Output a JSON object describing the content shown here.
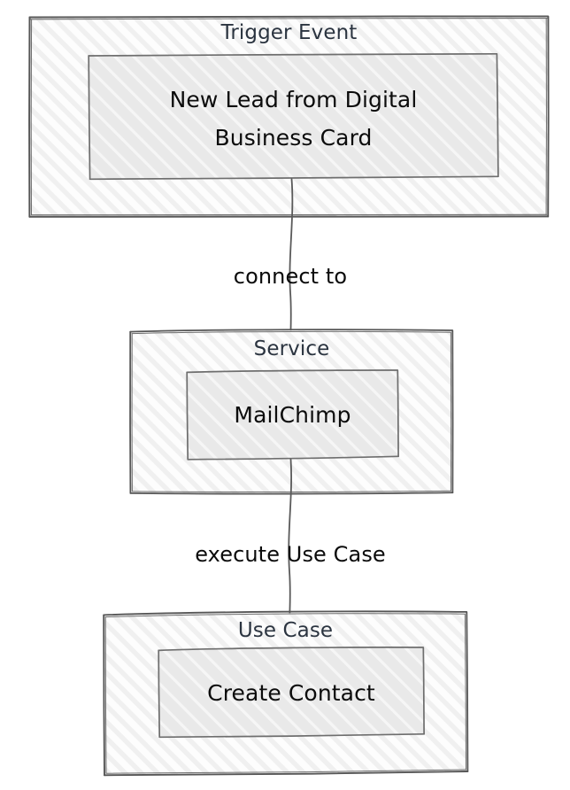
{
  "diagram": {
    "type": "flowchart",
    "orientation": "vertical-top-to-bottom",
    "background_color": "#ffffff",
    "style": "hand-drawn-sketch",
    "palette": {
      "group_border": "#565656",
      "group_fill": "#fcfcfc",
      "group_hatch": "#f0f0f0",
      "node_border": "#6e6e6e",
      "node_fill": "#e9e9e9",
      "node_hatch": "#f7f7f7",
      "title_text": "#2b3440",
      "node_text": "#0c0c0c",
      "edge_stroke": "#5a5a5a",
      "edge_label_text": "#0b0b0b"
    },
    "groups": [
      {
        "id": "trigger-event",
        "title": "Trigger Event",
        "node": {
          "id": "new-lead-node",
          "lines": [
            "New Lead from Digital",
            "Business Card"
          ],
          "text": "New Lead from Digital Business Card"
        }
      },
      {
        "id": "service",
        "title": "Service",
        "node": {
          "id": "mailchimp-node",
          "lines": [
            "MailChimp"
          ],
          "text": "MailChimp"
        }
      },
      {
        "id": "use-case",
        "title": "Use Case",
        "node": {
          "id": "create-contact-node",
          "lines": [
            "Create Contact"
          ],
          "text": "Create Contact"
        }
      }
    ],
    "edges": [
      {
        "id": "edge-trigger-to-service",
        "label": "connect to",
        "from": "trigger-event",
        "to": "service",
        "arrowhead": "open-v"
      },
      {
        "id": "edge-service-to-usecase",
        "label": "execute Use Case",
        "from": "service",
        "to": "use-case",
        "arrowhead": "open-v"
      }
    ]
  }
}
